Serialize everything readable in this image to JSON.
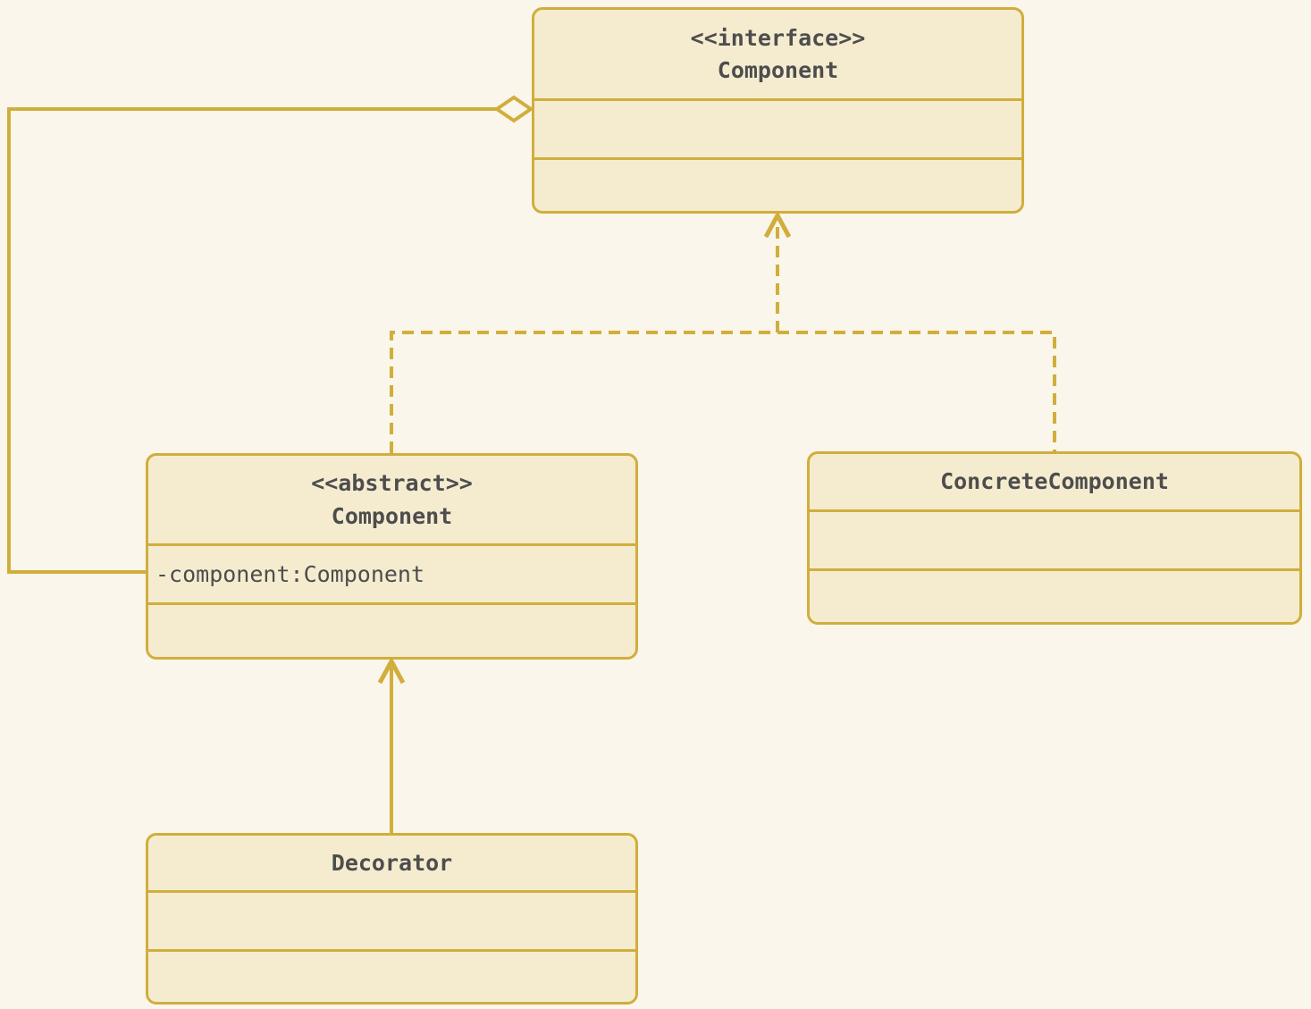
{
  "diagram": {
    "colors": {
      "background": "#faf6eb",
      "box_fill": "#f5ecd0",
      "line": "#d1ae3c",
      "text": "#4d4d4d"
    },
    "classes": {
      "interface_component": {
        "stereotype": "<<interface>>",
        "name": "Component",
        "attributes": [],
        "methods": []
      },
      "abstract_component": {
        "stereotype": "<<abstract>>",
        "name": "Component",
        "attributes": [
          "-component:Component"
        ],
        "methods": []
      },
      "concrete_component": {
        "name": "ConcreteComponent",
        "attributes": [],
        "methods": []
      },
      "decorator": {
        "name": "Decorator",
        "attributes": [],
        "methods": []
      }
    },
    "relationships": [
      {
        "type": "aggregation",
        "from": "abstract_component",
        "to": "interface_component",
        "line_style": "solid",
        "marker": "hollow-diamond"
      },
      {
        "type": "realization",
        "from": "abstract_component",
        "to": "interface_component",
        "line_style": "dashed",
        "marker": "open-arrow"
      },
      {
        "type": "realization",
        "from": "concrete_component",
        "to": "interface_component",
        "line_style": "dashed",
        "marker": "open-arrow"
      },
      {
        "type": "inheritance",
        "from": "decorator",
        "to": "abstract_component",
        "line_style": "solid",
        "marker": "open-arrow"
      }
    ]
  }
}
